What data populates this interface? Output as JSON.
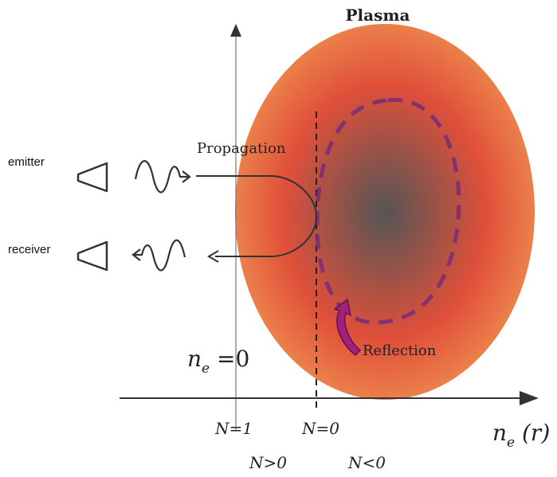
{
  "labels": {
    "plasma": "Plasma",
    "propagation": "Propagation",
    "emitter": "emitter",
    "receiver": "receiver",
    "reflection": "Reflection",
    "ne_zero_base": "n",
    "ne_zero_sub": "e",
    "ne_zero_rest": " =0",
    "n_eq_1": "N=1",
    "n_eq_0": "N=0",
    "n_gt_0": "N>0",
    "n_lt_0": "N<0",
    "axis_x_base": "n",
    "axis_x_sub": "e",
    "axis_x_rest": " (r)"
  },
  "colors": {
    "plasma_center": "#555555",
    "plasma_mid": "#e0503a",
    "plasma_edge": "#f4a456",
    "reflection_arrow": "#a0207a",
    "dashed_loop": "#7a2a7a",
    "ink": "#333333"
  }
}
